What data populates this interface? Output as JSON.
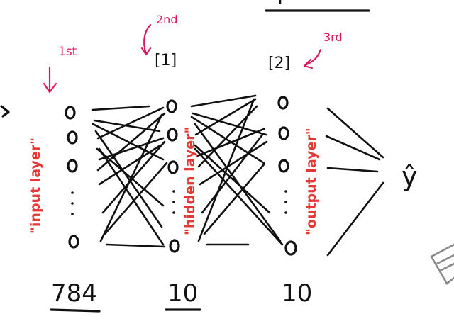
{
  "labels": {
    "first": "1st",
    "second": "2nd",
    "third": "3rd",
    "superscript_1": "[1]",
    "superscript_2": "[2]",
    "input_layer": "\"input layer\"",
    "hidden_layer": "\"hidden layer\"",
    "output_layer": "\"output layer\"",
    "output_symbol": "ŷ",
    "input_size": "784",
    "hidden_size": "10",
    "output_size": "10",
    "dots": "⋮"
  },
  "colors": {
    "ink": "#111111",
    "annotation_pink": "#d81b60",
    "layer_label_red": "#e53935"
  }
}
